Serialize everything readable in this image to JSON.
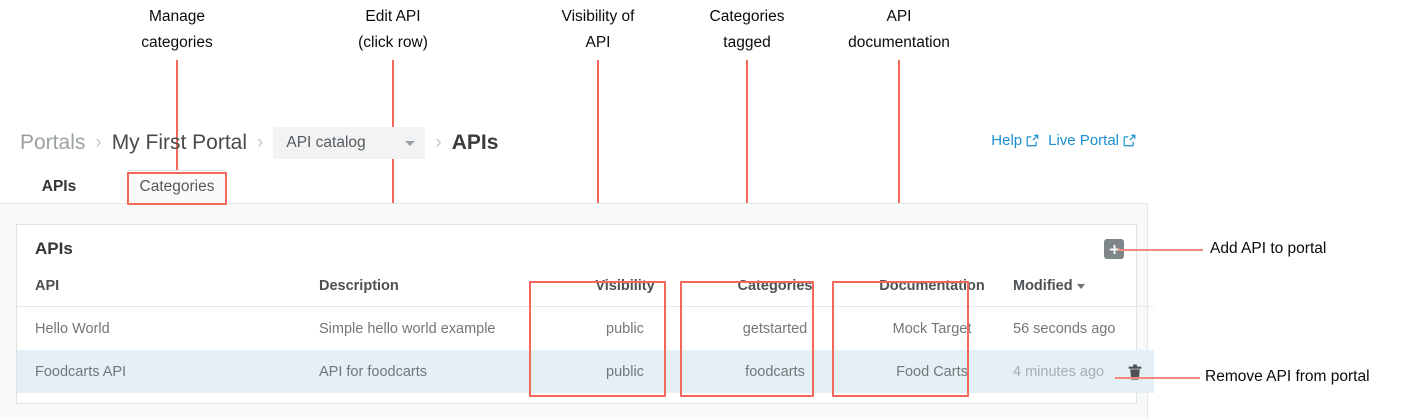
{
  "annotations": {
    "top": [
      {
        "name": "manage-categories",
        "text": "Manage\ncategories"
      },
      {
        "name": "edit-api",
        "text": "Edit API\n(click row)"
      },
      {
        "name": "visibility-of-api",
        "text": "Visibility of\nAPI"
      },
      {
        "name": "categories-tagged",
        "text": "Categories\ntagged"
      },
      {
        "name": "api-documentation",
        "text": "API\ndocumentation"
      }
    ],
    "side": [
      {
        "name": "add-api-to-portal",
        "text": "Add API to portal"
      },
      {
        "name": "remove-api-from-portal",
        "text": "Remove API from portal"
      }
    ],
    "color": "#f4685b"
  },
  "breadcrumb": {
    "portals": "Portals",
    "portal_name": "My First Portal",
    "catalog_select": "API catalog",
    "current": "APIs",
    "separator": "›"
  },
  "header_links": {
    "help": "Help",
    "live_portal": "Live Portal",
    "color": "#1a8fd1"
  },
  "tabs": [
    {
      "label": "APIs",
      "active": true
    },
    {
      "label": "Categories",
      "active": false
    }
  ],
  "card": {
    "title": "APIs",
    "add_button_label": "+",
    "columns": [
      "API",
      "Description",
      "Visibility",
      "Categories",
      "Documentation",
      "Modified"
    ],
    "sorted_column": "Modified",
    "sort_direction": "desc",
    "rows": [
      {
        "api": "Hello World",
        "description": "Simple hello world example",
        "visibility": "public",
        "categories": "getstarted",
        "documentation": "Mock Target",
        "modified": "56 seconds ago",
        "selected": false
      },
      {
        "api": "Foodcarts API",
        "description": "API for foodcarts",
        "visibility": "public",
        "categories": "foodcarts",
        "documentation": "Food Carts",
        "modified": "4 minutes ago",
        "selected": true
      }
    ]
  },
  "colors": {
    "accent_blue": "#1a8fd1",
    "selected_row": "#e4f0f5",
    "annotation_red": "#f4685b",
    "add_button_gray": "#7f8689"
  }
}
